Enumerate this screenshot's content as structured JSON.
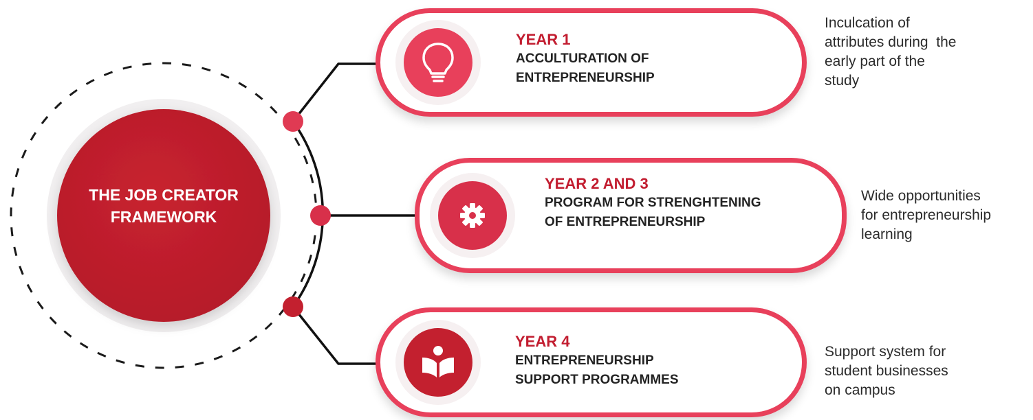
{
  "center": {
    "line1": "THE JOB CREATOR",
    "line2": "FRAMEWORK"
  },
  "stages": [
    {
      "year": "YEAR 1",
      "title_line1": "ACCULTURATION OF",
      "title_line2": "ENTREPRENEURSHIP",
      "icon": "lightbulb-icon",
      "description": [
        "Inculcation of",
        "attributes during  the",
        "early part of the",
        "study"
      ]
    },
    {
      "year": "YEAR 2 AND 3",
      "title_line1": "PROGRAM FOR STRENGHTENING",
      "title_line2": "OF ENTREPRENEURSHIP",
      "icon": "gear-icon",
      "description": [
        "Wide opportunities",
        "for entrepreneurship",
        "learning"
      ]
    },
    {
      "year": "YEAR 4",
      "title_line1": "ENTREPRENEURSHIP",
      "title_line2": "SUPPORT PROGRAMMES",
      "icon": "book-reader-icon",
      "description": [
        "Support system for",
        "student businesses",
        "on campus"
      ]
    }
  ],
  "colors": {
    "accent": "#e8405b",
    "dark_red": "#c21d30",
    "center_fill": "#c0202f",
    "text": "#232323"
  }
}
